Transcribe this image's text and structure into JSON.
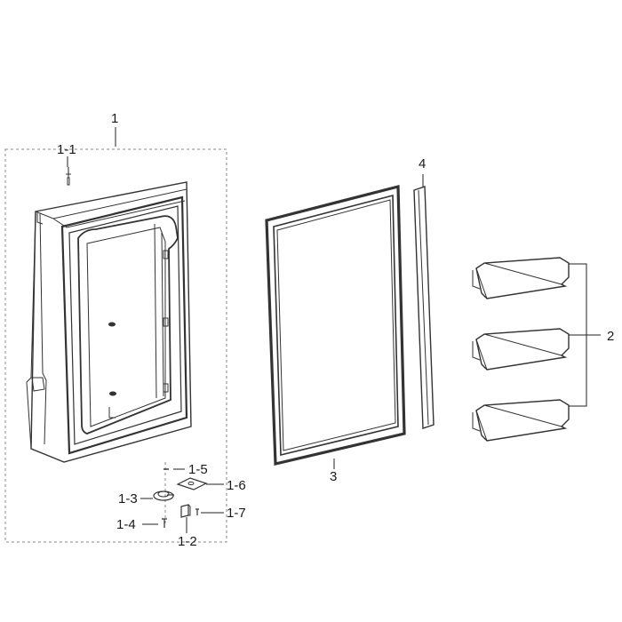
{
  "labels": {
    "p1": "1",
    "p1_1": "1-1",
    "p1_2": "1-2",
    "p1_3": "1-3",
    "p1_4": "1-4",
    "p1_5": "1-5",
    "p1_6": "1-6",
    "p1_7": "1-7",
    "p2": "2",
    "p3": "3",
    "p4": "4"
  }
}
